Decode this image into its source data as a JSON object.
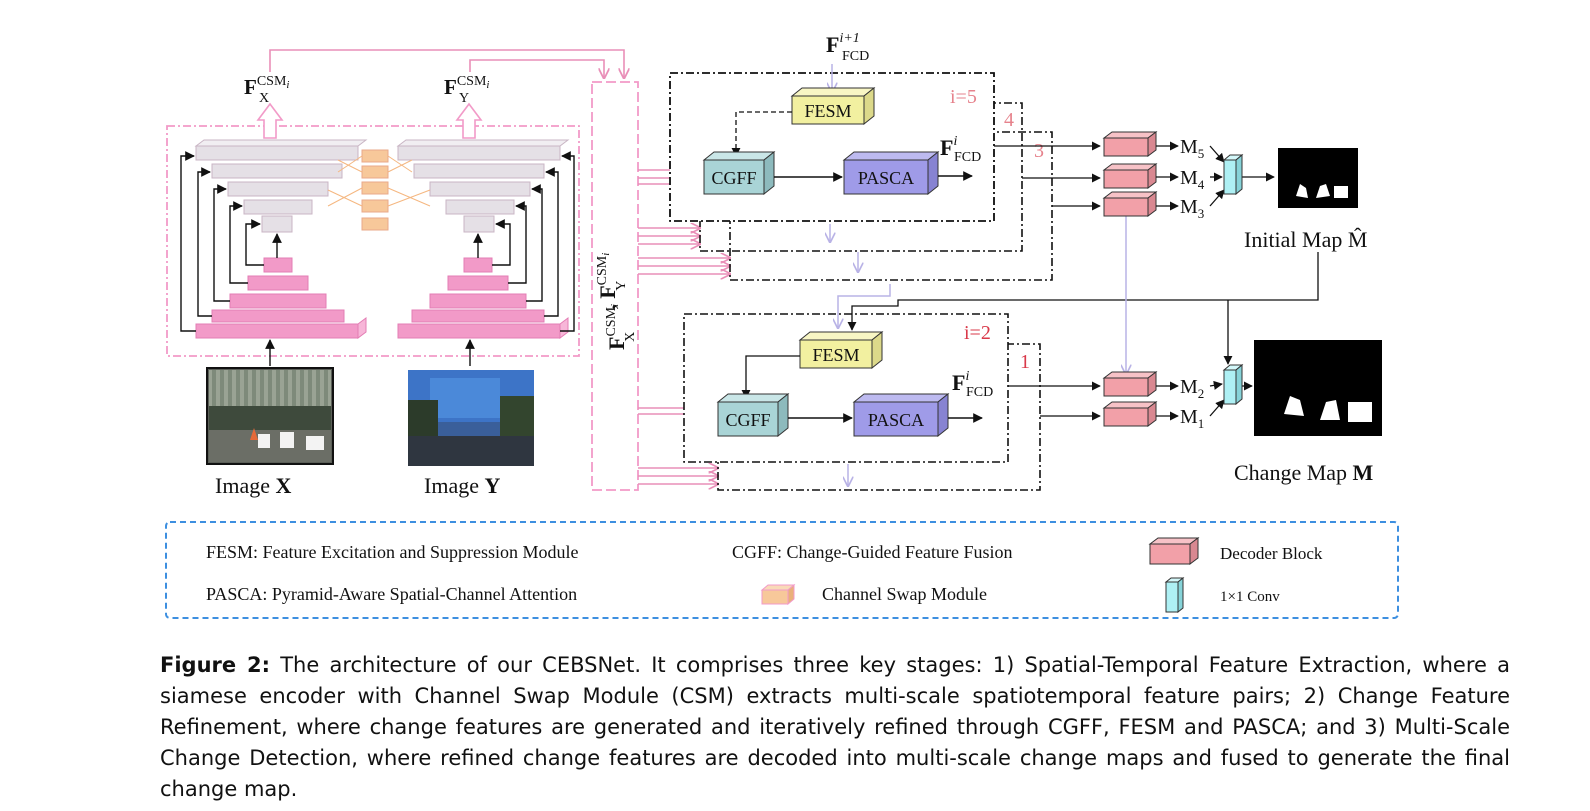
{
  "modules": {
    "fesm": "FESM",
    "cgff": "CGFF",
    "pasca": "PASCA"
  },
  "stage_labels": {
    "i5": "i=5",
    "s4": "4",
    "s3": "3",
    "i2": "i=2",
    "s1": "1"
  },
  "features": {
    "fcd_top_base": "F",
    "fcd_top_sup": "i+1",
    "fcd_sub": "FCD",
    "fcd_i_sup": "i",
    "fx_base": "F",
    "fx_sub": "X",
    "fy_base": "F",
    "fy_sub": "Y",
    "csm_sup": "CSM",
    "csm_index": "i",
    "vertical_label_sep": ", "
  },
  "outputs": {
    "m5": "M",
    "m5_sub": "5",
    "m4": "M",
    "m4_sub": "4",
    "m3": "M",
    "m3_sub": "3",
    "m2": "M",
    "m2_sub": "2",
    "m1": "M",
    "m1_sub": "1",
    "initial_map": "Initial Map M̂",
    "change_map_prefix": "Change Map ",
    "change_map_bold": "M"
  },
  "images": {
    "x_prefix": "Image ",
    "x_bold": "X",
    "y_prefix": "Image ",
    "y_bold": "Y"
  },
  "legend": {
    "fesm": "FESM: Feature Excitation and Suppression Module",
    "cgff": "CGFF: Change-Guided Feature Fusion",
    "decoder": "Decoder Block",
    "pasca": "PASCA: Pyramid-Aware Spatial-Channel Attention",
    "csm": "Channel Swap Module",
    "conv": "1×1 Conv"
  },
  "caption": {
    "label": "Figure 2:",
    "text": " The architecture of our CEBSNet. It comprises three key stages: 1) Spatial-Temporal Feature Extraction, where a siamese encoder with Channel Swap Module (CSM) extracts multi-scale spatiotemporal feature pairs; 2) Change Feature Refinement, where change features are generated and iteratively refined through CGFF, FESM and PASCA; and 3) Multi-Scale Change Detection, where refined change features are decoded into multi-scale change maps and fused to generate the final change map."
  },
  "colors": {
    "pink": "#f29ac8",
    "pink_line": "#e98fb8",
    "fesm_fill": "#f2f0a0",
    "cgff_fill": "#a9d4d6",
    "pasca_fill": "#9f9be8",
    "decoder_fill": "#f2a0a8",
    "conv_fill": "#aef0f4",
    "csm_fill": "#f7c89a",
    "legend_border": "#3d8fe0",
    "stage_red": "#d9394a",
    "stage_pink": "#e6828c",
    "lavender": "#b9b3e6"
  }
}
